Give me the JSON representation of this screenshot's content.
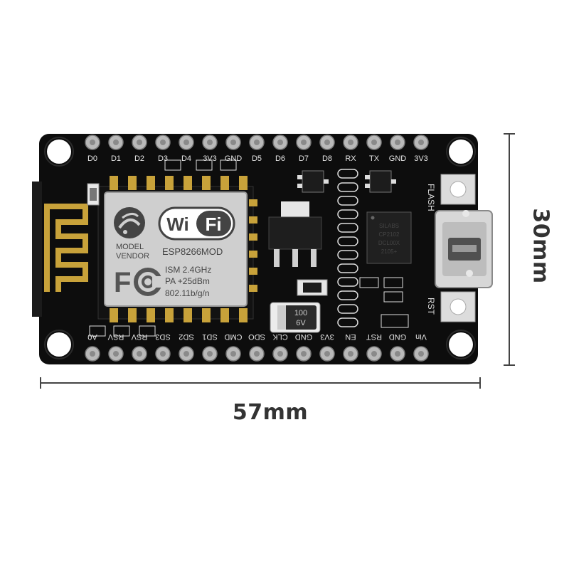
{
  "board": {
    "top_pins": [
      "D0",
      "D1",
      "D2",
      "D3",
      "D4",
      "3V3",
      "GND",
      "D5",
      "D6",
      "D7",
      "D8",
      "RX",
      "TX",
      "GND",
      "3V3"
    ],
    "bottom_pins": [
      "A0",
      "RSV",
      "RSV",
      "SD3",
      "SD2",
      "SD1",
      "CMD",
      "SDO",
      "CLK",
      "GND",
      "3V3",
      "EN",
      "RST",
      "GND",
      "Vin"
    ],
    "module": {
      "wifi_logo": "WiFi",
      "model_label": "MODEL",
      "vendor_label": "VENDOR",
      "model_value": "ESP8266MOD",
      "fc_logo": "FC",
      "spec_line_1": "ISM 2.4GHz",
      "spec_line_2": "PA  +25dBm",
      "spec_line_3": "802.11b/g/n"
    },
    "usb_chip_lines": [
      "SILABS",
      "CP2102",
      "DCL00X",
      "2105+"
    ],
    "capacitor_lines": [
      "100",
      "6V"
    ],
    "flash_label": "FLASH",
    "rst_label": "RST"
  },
  "dimensions": {
    "width": "57mm",
    "height": "30mm"
  },
  "colors": {
    "pcb": "#0d0d0d",
    "pin": "#b9b9b9",
    "gold": "#c8a23a",
    "shield": "#cfcfcf",
    "dimension_line": "#444444"
  }
}
